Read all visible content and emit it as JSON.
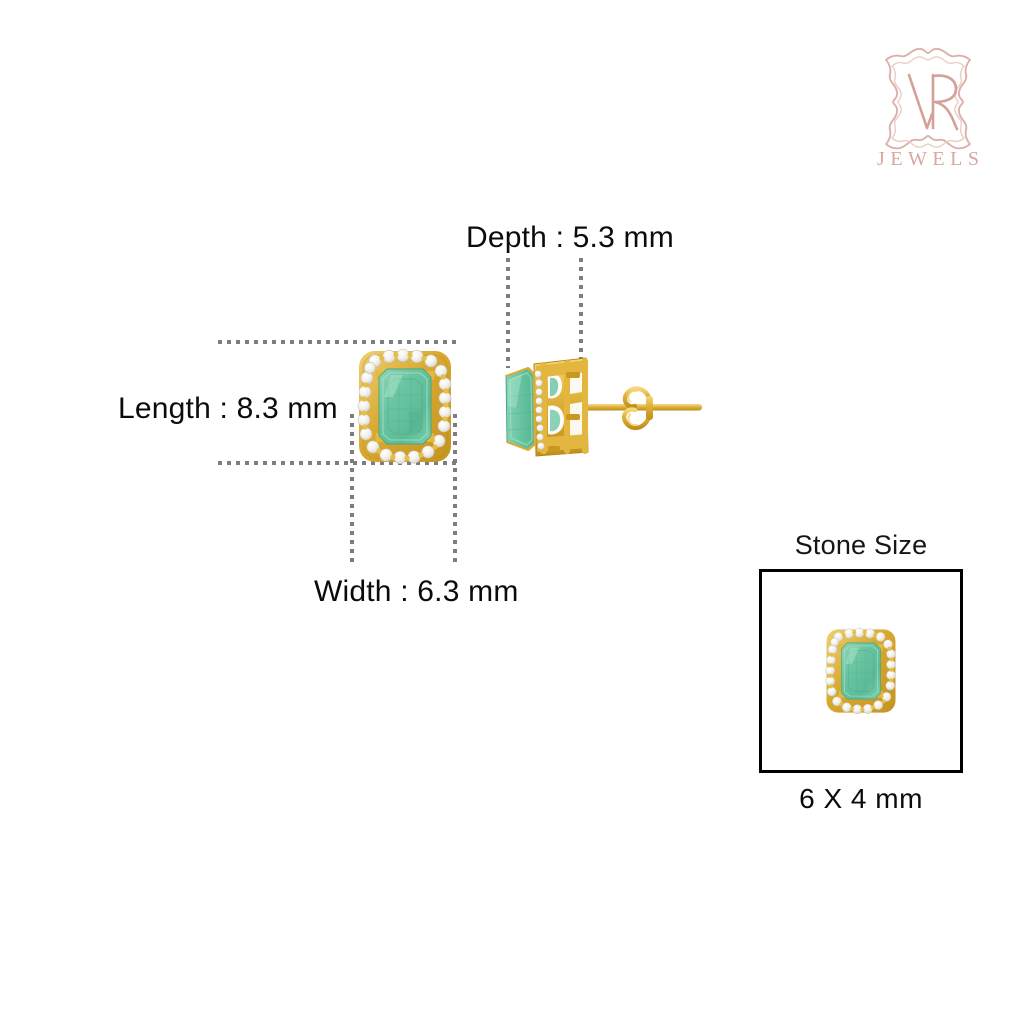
{
  "brand": {
    "monogram": "VR",
    "name": "JEWELS",
    "color": "#d9a79f"
  },
  "product": {
    "type": "emerald-cut halo stud earring",
    "metal_color": "#d9a830",
    "gemstone_color": "#6fc4a5",
    "accent_stone_color": "#f2f1ec"
  },
  "dimensions": {
    "length_label": "Length : 8.3 mm",
    "width_label": "Width : 6.3 mm",
    "depth_label": "Depth : 5.3 mm"
  },
  "stone_size": {
    "title": "Stone Size",
    "caption": "6 X 4 mm"
  },
  "guides": {
    "color": "#7d7d7d",
    "style": "dotted"
  }
}
